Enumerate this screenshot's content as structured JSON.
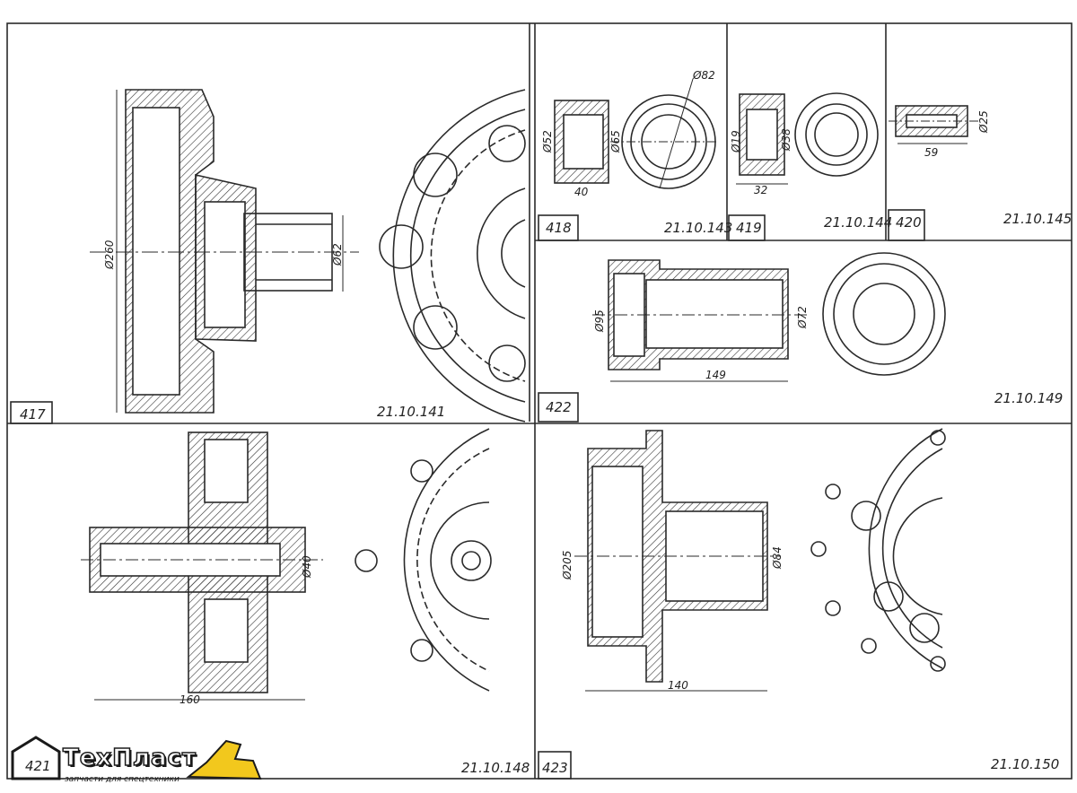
{
  "panels": [
    {
      "id": "417",
      "code": "21.10.141",
      "dims": [
        "Ø260",
        "Ø62"
      ]
    },
    {
      "id": "418",
      "code": "21.10.143",
      "dims": [
        "Ø52",
        "Ø65",
        "40",
        "Ø82"
      ]
    },
    {
      "id": "419",
      "code": "21.10.144",
      "dims": [
        "Ø19",
        "Ø38",
        "32"
      ]
    },
    {
      "id": "420",
      "code": "21.10.145",
      "dims": [
        "Ø25",
        "59"
      ]
    },
    {
      "id": "422",
      "code": "21.10.149",
      "dims": [
        "Ø95",
        "Ø72",
        "149"
      ]
    },
    {
      "id": "421",
      "code": "21.10.148",
      "dims": [
        "Ø40",
        "160"
      ]
    },
    {
      "id": "423",
      "code": "21.10.150",
      "dims": [
        "Ø205",
        "Ø84",
        "140"
      ]
    }
  ],
  "logo": {
    "name": "ТехПласт",
    "tagline": "запчасти для спецтехники"
  },
  "colors": {
    "ink": "#2a2a2a",
    "logo_yellow": "#f2c81d"
  }
}
